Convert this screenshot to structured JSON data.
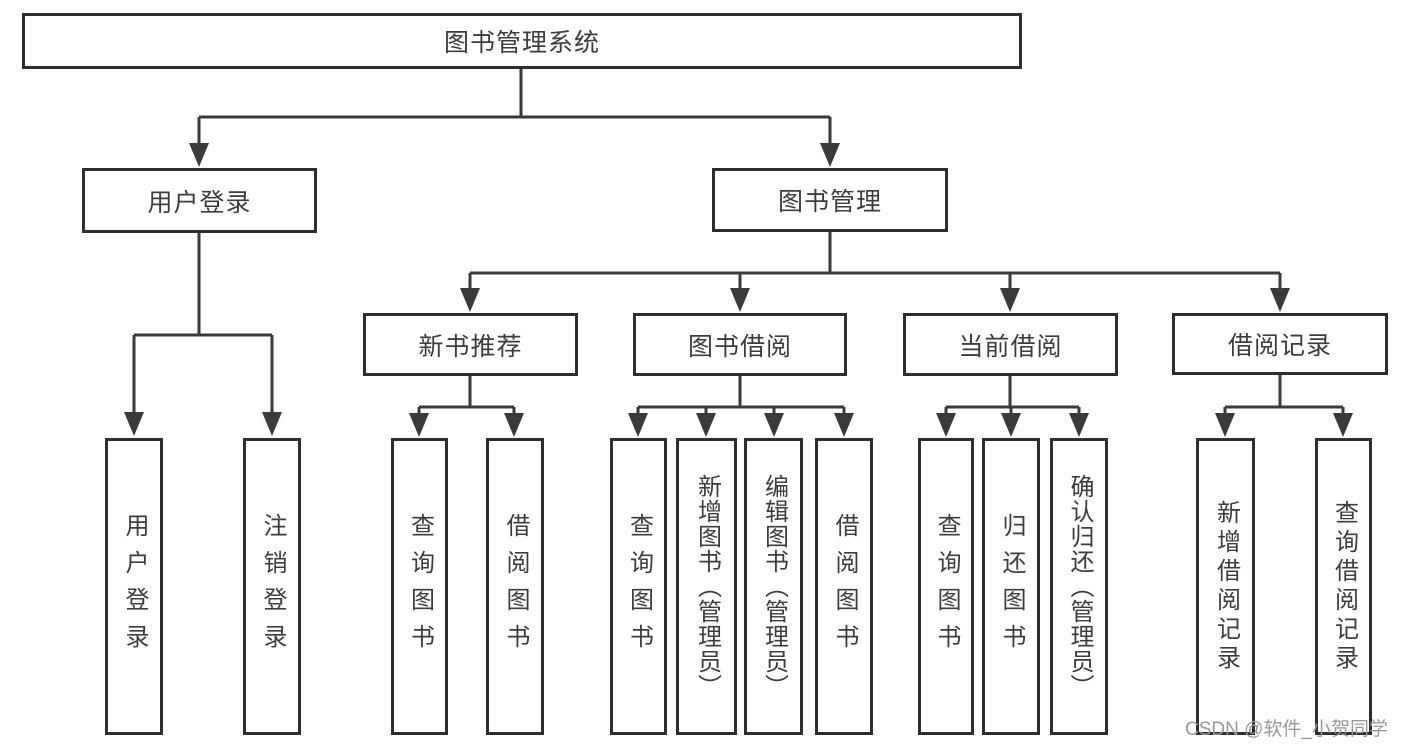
{
  "tree": {
    "root": "图书管理系统",
    "level2": [
      {
        "label": "用户登录"
      },
      {
        "label": "图书管理"
      }
    ],
    "level3": [
      {
        "label": "新书推荐"
      },
      {
        "label": "图书借阅"
      },
      {
        "label": "当前借阅"
      },
      {
        "label": "借阅记录"
      }
    ],
    "leaves": {
      "user_login": [
        "用户登录",
        "注销登录"
      ],
      "new_book": [
        "查询图书",
        "借阅图书"
      ],
      "borrow": [
        "查询图书",
        "新增图书（管理员）",
        "编辑图书（管理员）",
        "借阅图书"
      ],
      "current": [
        "查询图书",
        "归还图书",
        "确认归还（管理员）"
      ],
      "records": [
        "新增借阅记录",
        "查询借阅记录"
      ]
    }
  },
  "watermark": "CSDN @软件_小贺同学",
  "colors": {
    "line": "#3a3a3a",
    "box_border": "#2e2e2e",
    "text": "#3d3d3d",
    "watermark": "#9a9a9a",
    "background": "#ffffff"
  }
}
